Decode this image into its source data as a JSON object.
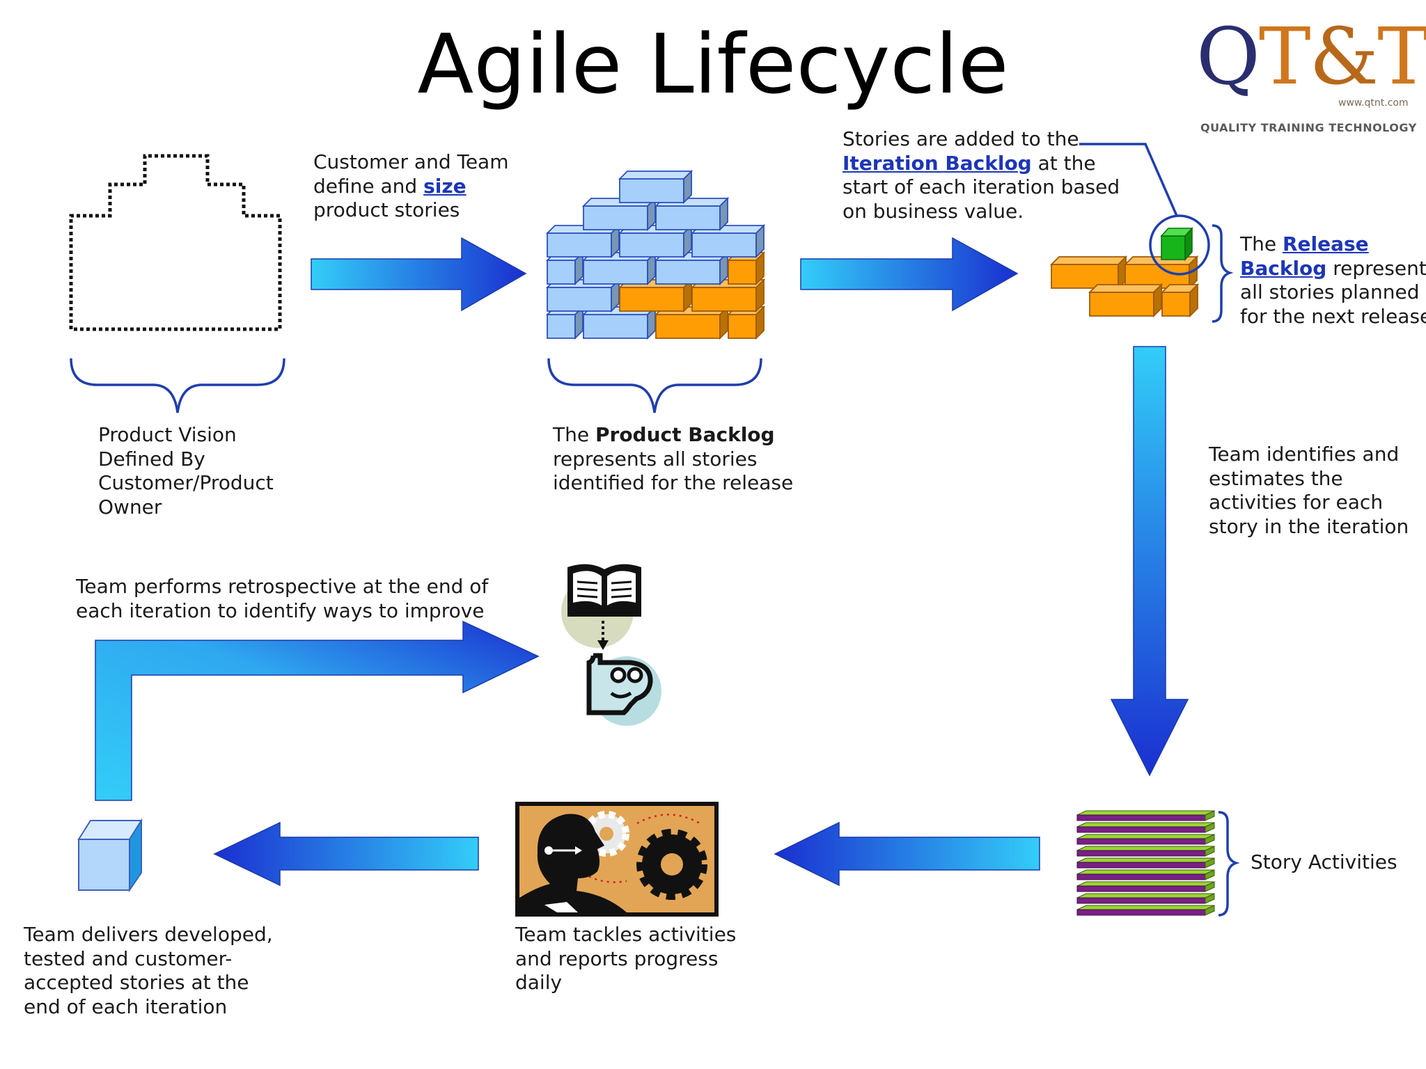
{
  "title": "Agile Lifecycle",
  "logo": {
    "mark_q": "Q",
    "mark_t1": "T",
    "mark_amp": "&",
    "mark_t2": "T",
    "url": "www.qtnt.com",
    "tagline": "QUALITY  TRAINING  TECHNOLOGY"
  },
  "steps": {
    "product_vision": {
      "line1": "Product Vision",
      "line2": "Defined By",
      "line3": "Customer/Product",
      "line4": "Owner"
    },
    "define_size": {
      "line1": "Customer and Team",
      "line2_pre": "define and ",
      "line2_link": "size",
      "line3": "product stories"
    },
    "product_backlog": {
      "line1_pre": "The ",
      "line1_bold": "Product Backlog",
      "line2": "represents all stories",
      "line3": "identified for the release"
    },
    "iteration_backlog": {
      "line1": "Stories are added to the",
      "line2_link": "Iteration Backlog",
      "line2_post": " at the",
      "line3": "start of each iteration based",
      "line4": "on business value."
    },
    "release_backlog": {
      "line1_pre": "The ",
      "line1_link": "Release",
      "line2_link": "Backlog",
      "line2_post": " represents",
      "line3": "all stories planned",
      "line4": "for the next release"
    },
    "estimate": {
      "line1": "Team identifies and",
      "line2": "estimates the",
      "line3": "activities for each",
      "line4": "story in the iteration"
    },
    "story_activities": {
      "label": "Story Activities"
    },
    "daily": {
      "line1": "Team tackles activities",
      "line2": "and reports progress",
      "line3": "daily"
    },
    "deliver": {
      "line1": "Team delivers developed,",
      "line2": "tested and customer-",
      "line3": "accepted stories at the",
      "line4": "end of each iteration"
    },
    "retrospective": {
      "line1": "Team performs retrospective at the end of",
      "line2": "each iteration to identify ways to improve"
    }
  },
  "colors": {
    "arrow_light": "#33cdf8",
    "arrow_dark": "#1a2fd0",
    "brick_blue": "#a6d0fb",
    "brick_orange": "#ff9d05",
    "link_blue": "#1d36b8",
    "bracket_blue": "#1f3fae",
    "stack_green": "#9ad631",
    "stack_purple": "#7a1f86"
  }
}
